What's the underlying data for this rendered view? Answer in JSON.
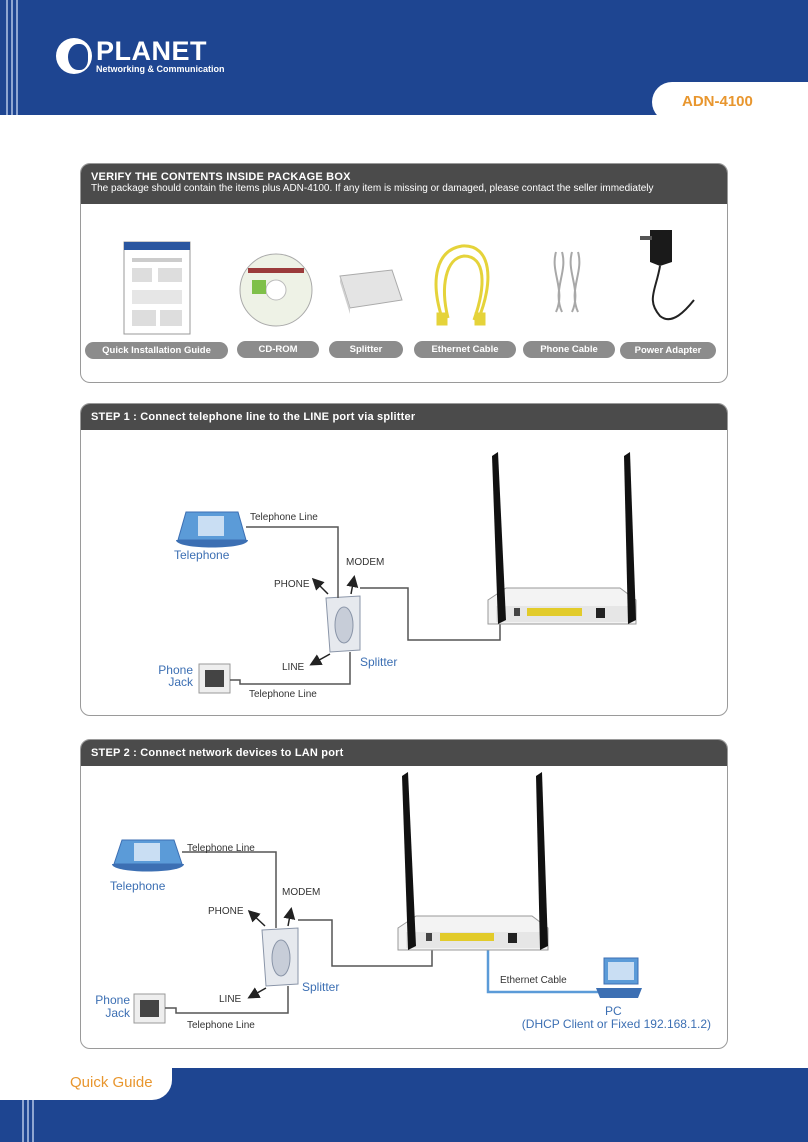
{
  "brand": {
    "name": "PLANET",
    "tagline": "Networking & Communication"
  },
  "model": "ADN-4100",
  "package": {
    "title": "VERIFY THE CONTENTS INSIDE PACKAGE BOX",
    "subtitle": "The package should contain the items plus ADN-4100. If any item is missing or damaged, please contact the seller immediately",
    "items": [
      {
        "label": "Quick Installation Guide"
      },
      {
        "label": "CD-ROM"
      },
      {
        "label": "Splitter"
      },
      {
        "label": "Ethernet Cable"
      },
      {
        "label": "Phone Cable"
      },
      {
        "label": "Power Adapter"
      }
    ]
  },
  "step1": {
    "title": "STEP 1 : Connect telephone line to the LINE port via splitter",
    "labels": {
      "telephone_line_top": "Telephone Line",
      "telephone": "Telephone",
      "modem": "MODEM",
      "phone": "PHONE",
      "phone_jack_1": "Phone",
      "phone_jack_2": "Jack",
      "line": "LINE",
      "splitter": "Splitter",
      "telephone_line_bottom": "Telephone Line"
    }
  },
  "step2": {
    "title": "STEP 2 : Connect network devices to LAN port",
    "labels": {
      "telephone_line_top": "Telephone Line",
      "telephone": "Telephone",
      "modem": "MODEM",
      "phone": "PHONE",
      "phone_jack_1": "Phone",
      "phone_jack_2": "Jack",
      "line": "LINE",
      "splitter": "Splitter",
      "telephone_line_bottom": "Telephone Line",
      "ethernet_cable": "Ethernet Cable",
      "pc": "PC",
      "pc_note": "(DHCP Client or Fixed 192.168.1.2)"
    }
  },
  "footer": "Quick Guide",
  "colors": {
    "brand_blue": "#1e4591",
    "accent_orange": "#e8962e",
    "panel_header": "#4b4b4b",
    "diagram_blue": "#3c6fb3"
  }
}
